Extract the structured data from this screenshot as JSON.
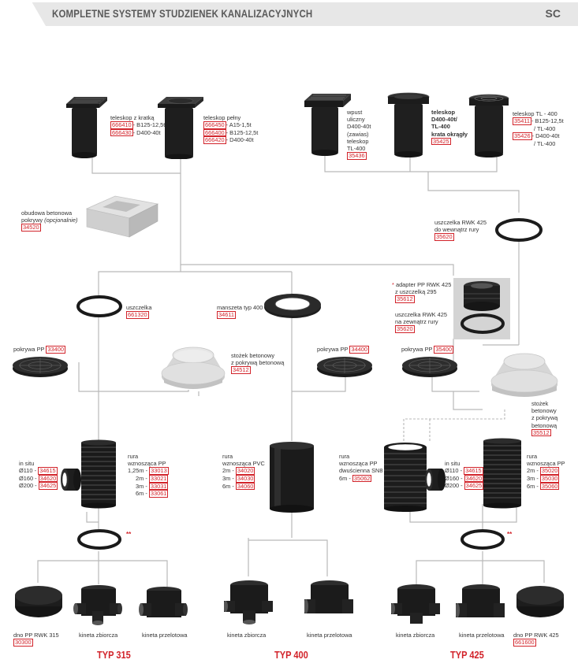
{
  "header": {
    "title": "KOMPLETNE SYSTEMY STUDZIENEK KANALIZACYJNYCH",
    "code": "SC"
  },
  "top_left": {
    "kratka": {
      "title": "teleskop z kratką",
      "rows": [
        {
          "code": "666410",
          "text": "- B125-12,5t"
        },
        {
          "code": "666430",
          "text": "- D400-40t"
        }
      ]
    },
    "pelny": {
      "title": "teleskop pełny",
      "rows": [
        {
          "code": "666450",
          "text": "- A15-1,5t"
        },
        {
          "code": "666400",
          "text": "- B125-12,5t"
        },
        {
          "code": "666420",
          "text": "- D400-40t"
        }
      ]
    }
  },
  "top_right": {
    "wpust": {
      "lines": [
        "wpust",
        "uliczny",
        "D400-40t",
        "(zawias)",
        "teleskop",
        "TL-400"
      ],
      "code": "35436"
    },
    "okragly": {
      "lines": [
        "teleskop",
        "D400-40t/",
        "TL-400",
        "krata okrągły"
      ],
      "code": "35425"
    },
    "tl400": {
      "title": "teleskop TL - 400",
      "rows": [
        {
          "code": "35411",
          "text": "- B125-12,5t"
        },
        {
          "code": "",
          "text": "/ TL-400"
        },
        {
          "code": "35426",
          "text": "- D400-40t"
        },
        {
          "code": "",
          "text": "/ TL-400"
        }
      ]
    }
  },
  "obudowa": {
    "line1": "obudowa betonowa",
    "line2": "pokrywy",
    "line2_em": "(opcjonalnie)",
    "code": "34520"
  },
  "uszczelka_rwk_in": {
    "line1": "uszczelka RWK 425",
    "line2": "do wewnątrz rury",
    "code": "35620"
  },
  "uszczelka": {
    "title": "uszczelka",
    "code": "661320"
  },
  "manszeta": {
    "title": "manszeta typ 400",
    "code": "34611"
  },
  "adapter": {
    "star": "*",
    "line1": "adapter PP RWK 425",
    "line2": "z uszczelką 295",
    "code": "35612"
  },
  "uszczelka_rwk_out": {
    "line1": "uszczelka RWK 425",
    "line2": "na zewnątrz rury",
    "code": "35620"
  },
  "pokrywa_left": {
    "title": "pokrywa PP",
    "code": "33400"
  },
  "stozek_mid": {
    "line1": "stożek betonowy",
    "line2": "z pokrywą betonową",
    "code": "34512"
  },
  "pokrywa_mid": {
    "title": "pokrywa PP",
    "code": "34400"
  },
  "pokrywa_right": {
    "title": "pokrywa PP",
    "code": "35400"
  },
  "stozek_right": {
    "lines": [
      "stożek",
      "betonowy",
      "z pokrywą",
      "betonową"
    ],
    "code": "35512"
  },
  "insitu_left": {
    "title": "in situ",
    "rows": [
      {
        "label": "Ø110 -",
        "code": "34615"
      },
      {
        "label": "Ø160 -",
        "code": "34620"
      },
      {
        "label": "Ø200 -",
        "code": "34625"
      }
    ]
  },
  "rura_left": {
    "line1": "rura",
    "line2": "wznosząca PP",
    "rows": [
      {
        "label": "1,25m -",
        "code": "33013"
      },
      {
        "label": "2m -",
        "code": "33021"
      },
      {
        "label": "3m -",
        "code": "33031"
      },
      {
        "label": "6m -",
        "code": "33061"
      }
    ]
  },
  "rura_pvc": {
    "line1": "rura",
    "line2": "wznosząca PVC",
    "rows": [
      {
        "label": "2m -",
        "code": "34020"
      },
      {
        "label": "3m -",
        "code": "34030"
      },
      {
        "label": "6m -",
        "code": "34060"
      }
    ]
  },
  "rura_sn8": {
    "line1": "rura",
    "line2": "wznosząca PP",
    "line3": "dwuścienna SN8",
    "rows": [
      {
        "label": "6m -",
        "code": "35062"
      }
    ]
  },
  "insitu_right": {
    "title": "in situ",
    "rows": [
      {
        "label": "Ø110 -",
        "code": "34615"
      },
      {
        "label": "Ø160 -",
        "code": "34620"
      },
      {
        "label": "Ø200 -",
        "code": "34625"
      }
    ]
  },
  "rura_right": {
    "line1": "rura",
    "line2": "wznosząca PP",
    "rows": [
      {
        "label": "2m -",
        "code": "35020"
      },
      {
        "label": "3m -",
        "code": "35030"
      },
      {
        "label": "6m -",
        "code": "35060"
      }
    ]
  },
  "stars": {
    "left": "**",
    "right": "**"
  },
  "bottom": {
    "dno315": {
      "title": "dno PP RWK 315",
      "code": "30300"
    },
    "kineta_zb_1": {
      "title": "kineta zbiorcza"
    },
    "kineta_pr_1": {
      "title": "kineta przelotowa"
    },
    "kineta_zb_2": {
      "title": "kineta zbiorcza"
    },
    "kineta_pr_2": {
      "title": "kineta przelotowa"
    },
    "kineta_zb_3": {
      "title": "kineta zbiorcza"
    },
    "kineta_pr_3": {
      "title": "kineta przelotowa"
    },
    "dno425": {
      "title": "dno PP RWK 425",
      "code": "661600"
    }
  },
  "types": {
    "t315": "TYP 315",
    "t400": "TYP 400",
    "t425": "TYP 425"
  },
  "colors": {
    "accent": "#d2232a",
    "line": "#b8b8b8",
    "part": "#1c1c1c",
    "concrete": "#d8d8d8"
  }
}
